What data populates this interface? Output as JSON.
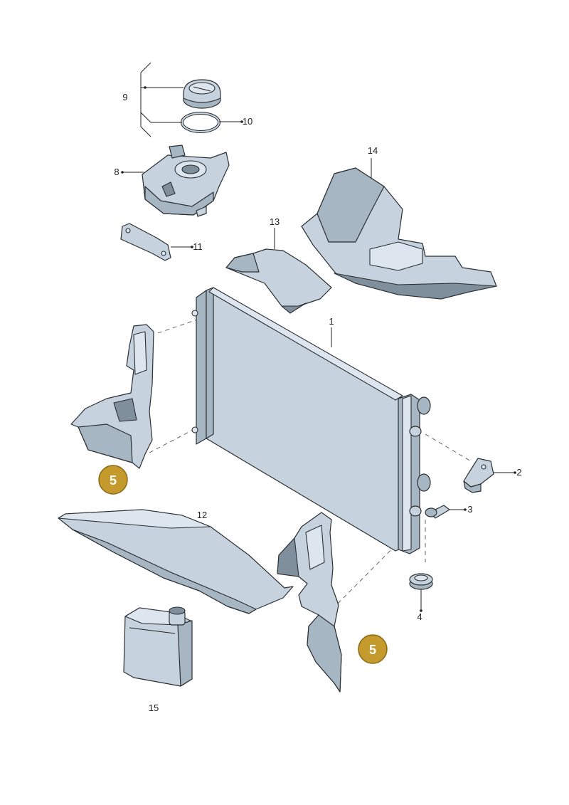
{
  "callouts": {
    "radiator": "1",
    "bracket": "2",
    "screw": "3",
    "grommet": "4",
    "air_guide_badge_left": "5",
    "air_guide_badge_right": "5",
    "expansion_tank": "8",
    "cap_group": "9",
    "seal_ring": "10",
    "tank_bracket": "11",
    "lower_shroud": "12",
    "upper_air_duct": "13",
    "air_duct_cover": "14",
    "coolant_bottle": "15"
  },
  "colors": {
    "badge_fill": "#c49a2c",
    "part_fill": "#c6d3de",
    "outline": "#2b2f33"
  }
}
